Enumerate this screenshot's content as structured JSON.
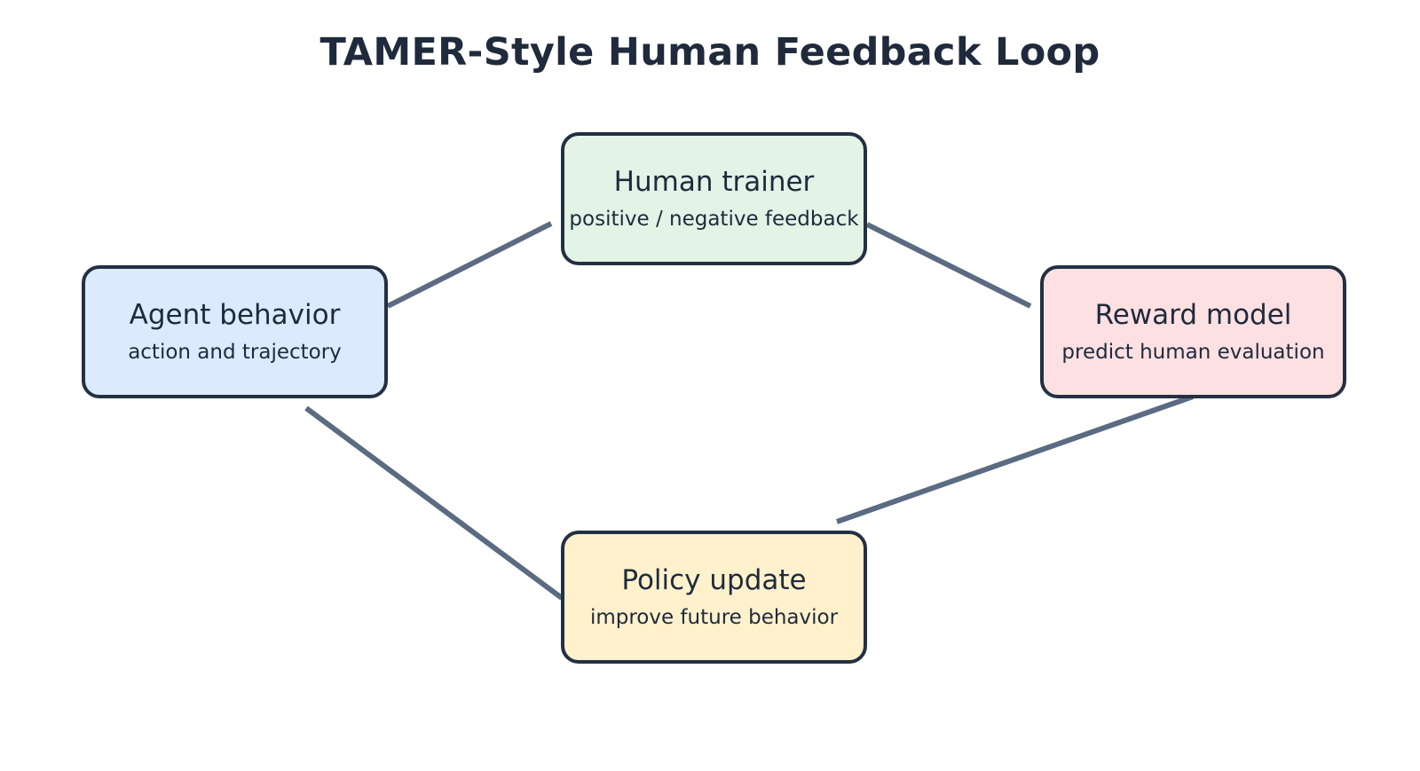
{
  "title": "TAMER-Style Human Feedback Loop",
  "nodes": {
    "trainer": {
      "label": "Human trainer",
      "sublabel": "positive / negative feedback",
      "fill": "#e3f3e6"
    },
    "agent": {
      "label": "Agent behavior",
      "sublabel": "action and trajectory",
      "fill": "#dbeafc"
    },
    "reward": {
      "label": "Reward model",
      "sublabel": "predict human evaluation",
      "fill": "#fde0e2"
    },
    "policy": {
      "label": "Policy update",
      "sublabel": "improve future behavior",
      "fill": "#fef1cc"
    }
  },
  "colors": {
    "border": "#243042",
    "connector": "#5a6b82",
    "text": "#1f2a3c"
  }
}
